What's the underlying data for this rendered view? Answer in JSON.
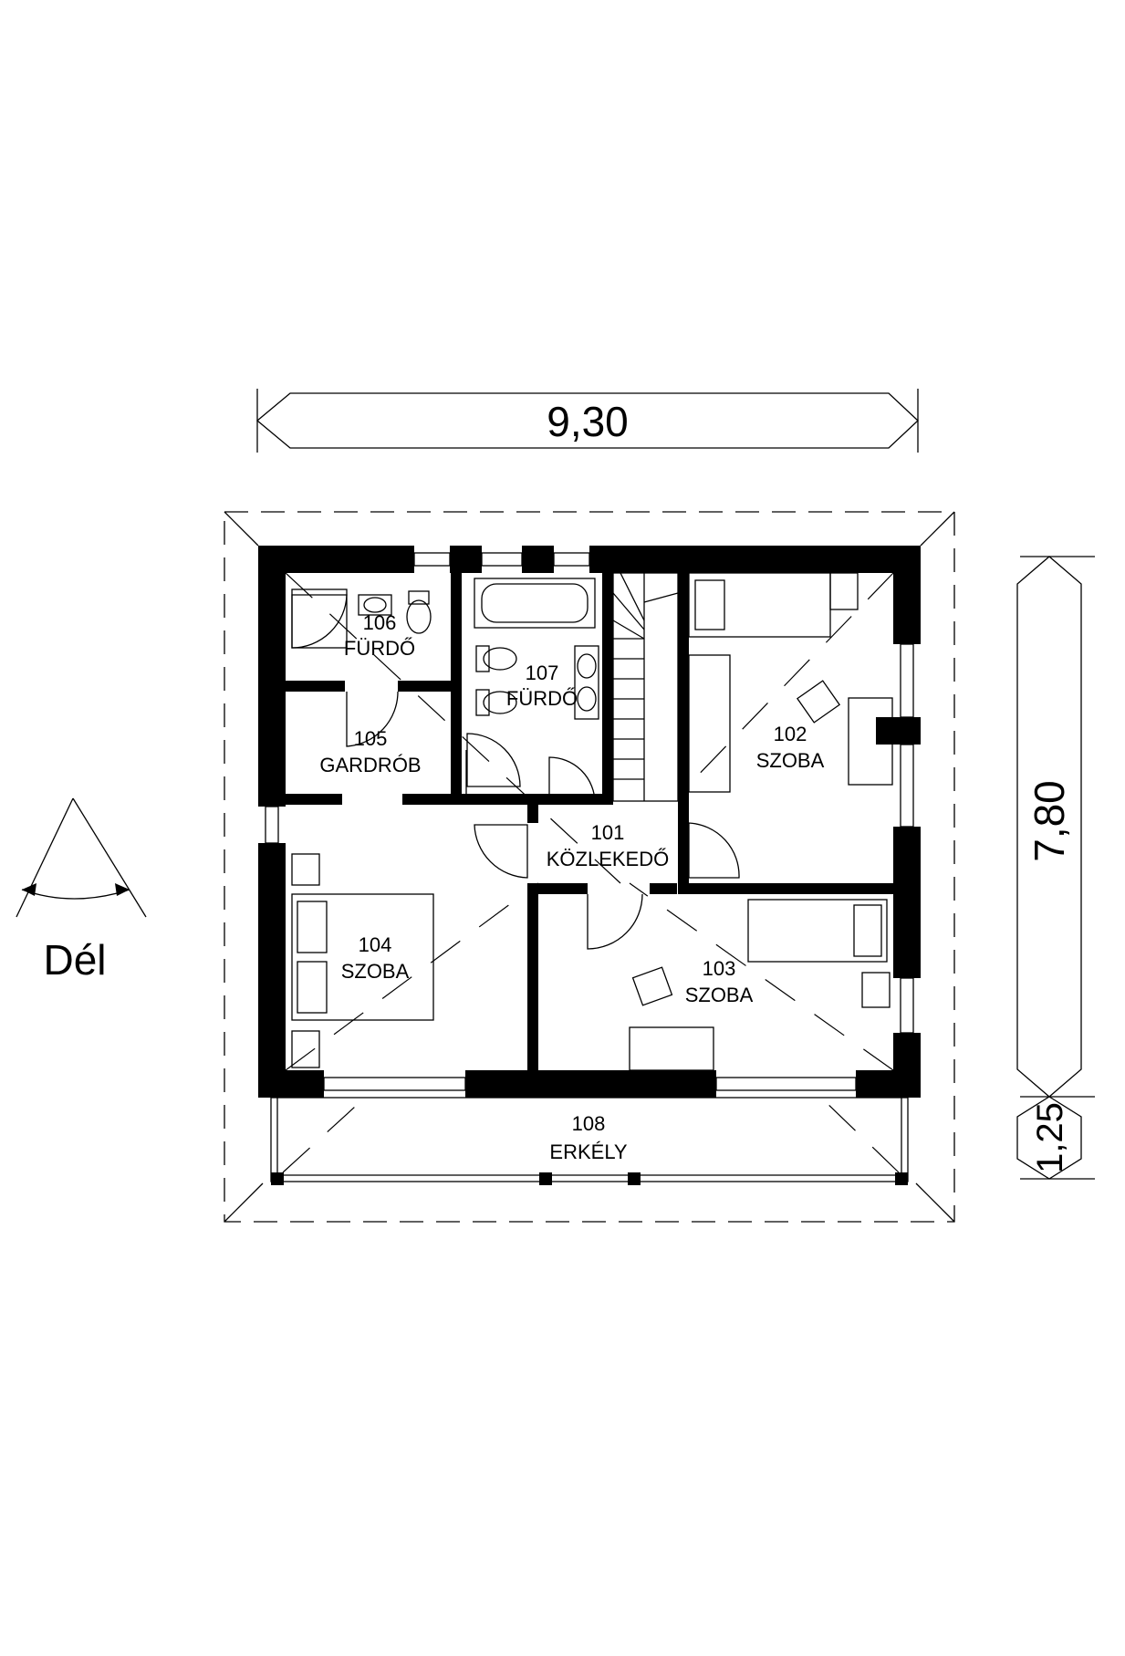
{
  "dimensions": {
    "width": "9,30",
    "depth": "7,80",
    "balcony_depth": "1,25"
  },
  "compass": {
    "label": "Dél"
  },
  "rooms": [
    {
      "id": "101",
      "number": "101",
      "name": "KÖZLEKEDŐ"
    },
    {
      "id": "102",
      "number": "102",
      "name": "SZOBA"
    },
    {
      "id": "103",
      "number": "103",
      "name": "SZOBA"
    },
    {
      "id": "104",
      "number": "104",
      "name": "SZOBA"
    },
    {
      "id": "105",
      "number": "105",
      "name": "GARDRÓB"
    },
    {
      "id": "106",
      "number": "106",
      "name": "FÜRDŐ"
    },
    {
      "id": "107",
      "number": "107",
      "name": "FÜRDŐ"
    },
    {
      "id": "108",
      "number": "108",
      "name": "ERKÉLY"
    }
  ]
}
